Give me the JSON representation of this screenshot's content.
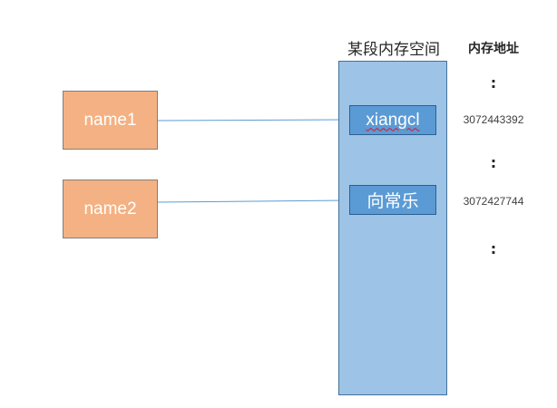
{
  "memory_segment": {
    "title": "某段内存空间",
    "cells": [
      {
        "value": "xiangcl"
      },
      {
        "value": "向常乐"
      }
    ]
  },
  "variables": [
    {
      "label": "name1"
    },
    {
      "label": "name2"
    }
  ],
  "addresses": {
    "title": "内存地址",
    "values": [
      "3072443392",
      "3072427744"
    ],
    "ellipsis": ":"
  },
  "colors": {
    "variable_fill": "#f4b183",
    "memory_fill": "#9dc3e6",
    "cell_fill": "#5b9bd5",
    "arrow": "#5b9bd5"
  }
}
